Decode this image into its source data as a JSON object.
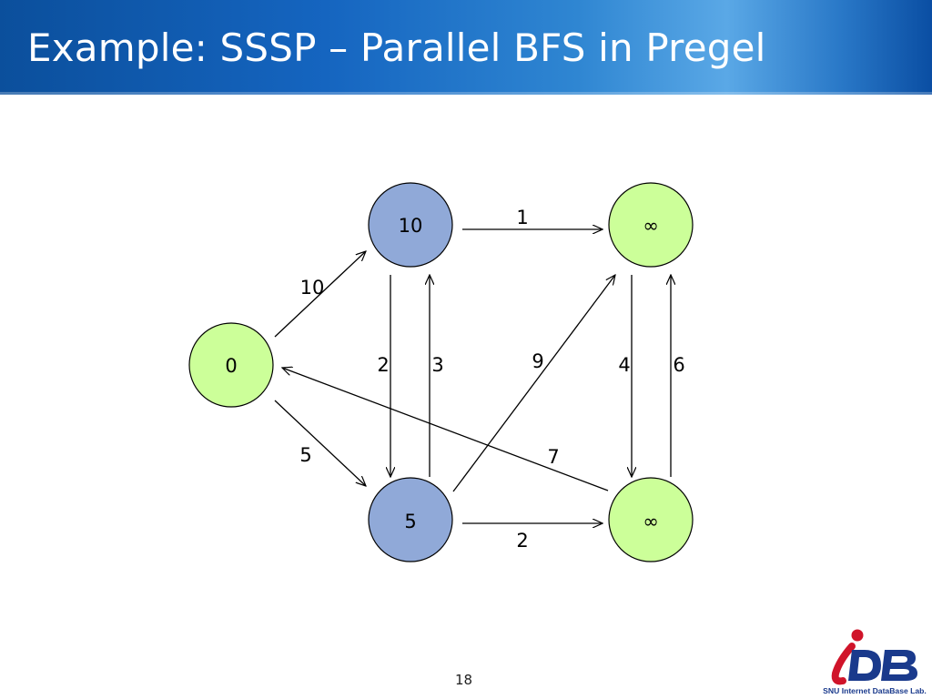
{
  "slide": {
    "title": "Example: SSSP – Parallel BFS in Pregel",
    "page_number": "18"
  },
  "colors": {
    "header": "#1565c0",
    "visited_node": "#90a9d8",
    "unvisited_node": "#ccff99",
    "edge": "#000000"
  },
  "graph": {
    "nodes": [
      {
        "id": "source",
        "label": "0",
        "state": "unvisited"
      },
      {
        "id": "top-left",
        "label": "10",
        "state": "visited"
      },
      {
        "id": "bottom-left",
        "label": "5",
        "state": "visited"
      },
      {
        "id": "top-right",
        "label": "∞",
        "state": "unvisited"
      },
      {
        "id": "bottom-right",
        "label": "∞",
        "state": "unvisited"
      }
    ],
    "edges": [
      {
        "from": "source",
        "to": "top-left",
        "weight": "10"
      },
      {
        "from": "source",
        "to": "bottom-left",
        "weight": "5"
      },
      {
        "from": "top-left",
        "to": "top-right",
        "weight": "1"
      },
      {
        "from": "top-left",
        "to": "bottom-left",
        "weight": "2"
      },
      {
        "from": "bottom-left",
        "to": "top-left",
        "weight": "3"
      },
      {
        "from": "bottom-left",
        "to": "top-right",
        "weight": "9"
      },
      {
        "from": "bottom-left",
        "to": "bottom-right",
        "weight": "2"
      },
      {
        "from": "top-right",
        "to": "bottom-right",
        "weight": "4"
      },
      {
        "from": "bottom-right",
        "to": "top-right",
        "weight": "6"
      },
      {
        "from": "bottom-right",
        "to": "source",
        "weight": "7"
      }
    ]
  },
  "logo": {
    "wordmark": "iDB",
    "caption": "SNU Internet DataBase Lab."
  }
}
